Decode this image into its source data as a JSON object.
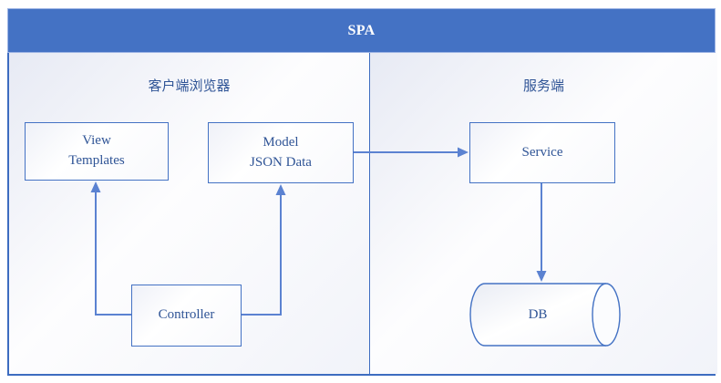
{
  "diagram": {
    "title": "SPA",
    "sections": {
      "client": {
        "label": "客户端浏览器"
      },
      "server": {
        "label": "服务端"
      }
    },
    "nodes": {
      "view_templates": {
        "lines": [
          "View",
          "Templates"
        ]
      },
      "model": {
        "lines": [
          "Model",
          "JSON Data"
        ]
      },
      "controller": {
        "label": "Controller"
      },
      "service": {
        "label": "Service"
      },
      "db": {
        "label": "DB"
      }
    },
    "edges": [
      {
        "from": "model",
        "to": "service"
      },
      {
        "from": "service",
        "to": "db"
      },
      {
        "from": "controller",
        "to": "view_templates"
      },
      {
        "from": "controller",
        "to": "model"
      }
    ],
    "colors": {
      "header_fill": "#4472C4",
      "header_text": "#FFFFFF",
      "node_border": "#4472C4",
      "connector": "#5B82D1",
      "text": "#2F5496",
      "outer_border": "#3D6CC0"
    }
  }
}
